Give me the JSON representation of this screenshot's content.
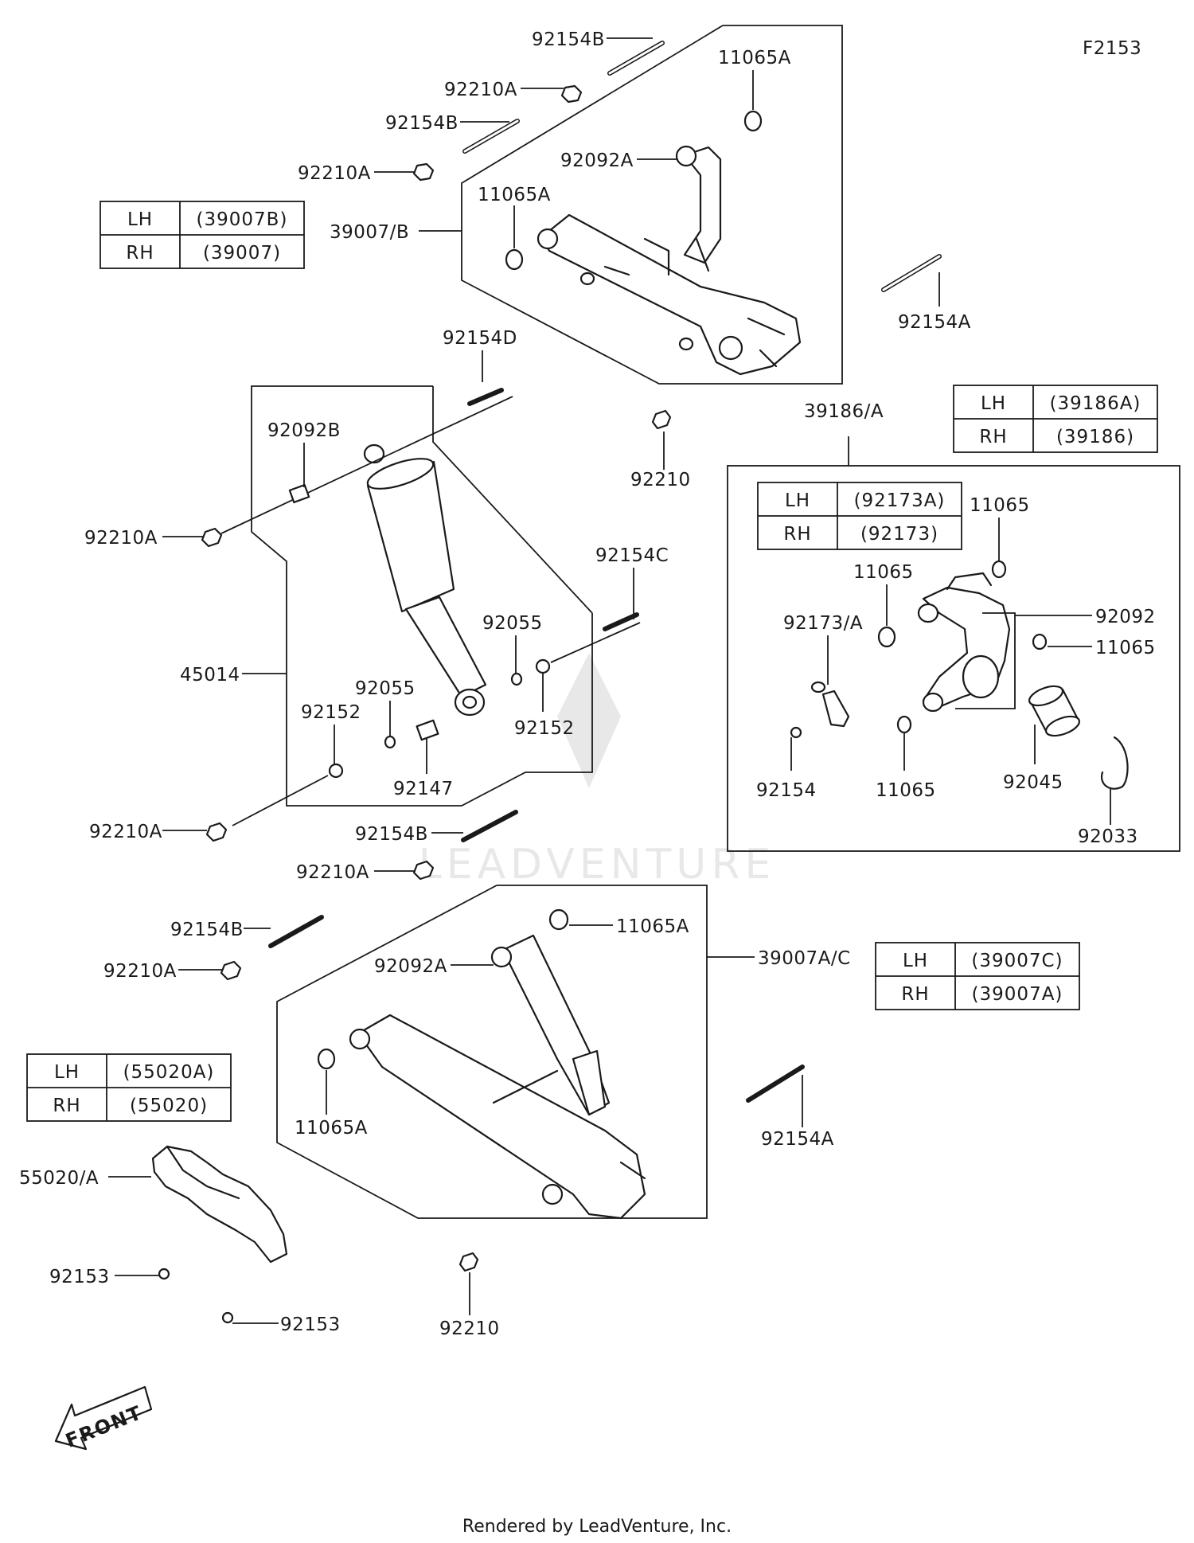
{
  "figure_code": "F2153",
  "footer": "Rendered by LeadVenture, Inc.",
  "watermark": "LEADVENTURE",
  "front_label": "FRONT",
  "callouts": [
    "92154B",
    "11065A",
    "92210A",
    "92154B",
    "92092A",
    "92210A",
    "11065A",
    "39007/B",
    "92154A",
    "92154D",
    "92092B",
    "92210A",
    "92210",
    "39186/A",
    "92154C",
    "92055",
    "45014",
    "92055",
    "92152",
    "92152",
    "92147",
    "92210A",
    "92154B",
    "92210A",
    "11065",
    "11065",
    "92092",
    "92173/A",
    "11065",
    "92154",
    "11065",
    "92045",
    "92033",
    "92154B",
    "11065A",
    "92210A",
    "92092A",
    "39007A/C",
    "11065A",
    "92154A",
    "55020/A",
    "92153",
    "92153",
    "92210"
  ],
  "lh_rh_tables": [
    {
      "rows": [
        {
          "side": "LH",
          "part": "(39007B)"
        },
        {
          "side": "RH",
          "part": "(39007)"
        }
      ]
    },
    {
      "rows": [
        {
          "side": "LH",
          "part": "(39186A)"
        },
        {
          "side": "RH",
          "part": "(39186)"
        }
      ]
    },
    {
      "rows": [
        {
          "side": "LH",
          "part": "(92173A)"
        },
        {
          "side": "RH",
          "part": "(92173)"
        }
      ]
    },
    {
      "rows": [
        {
          "side": "LH",
          "part": "(39007C)"
        },
        {
          "side": "RH",
          "part": "(39007A)"
        }
      ]
    },
    {
      "rows": [
        {
          "side": "LH",
          "part": "(55020A)"
        },
        {
          "side": "RH",
          "part": "(55020)"
        }
      ]
    }
  ]
}
